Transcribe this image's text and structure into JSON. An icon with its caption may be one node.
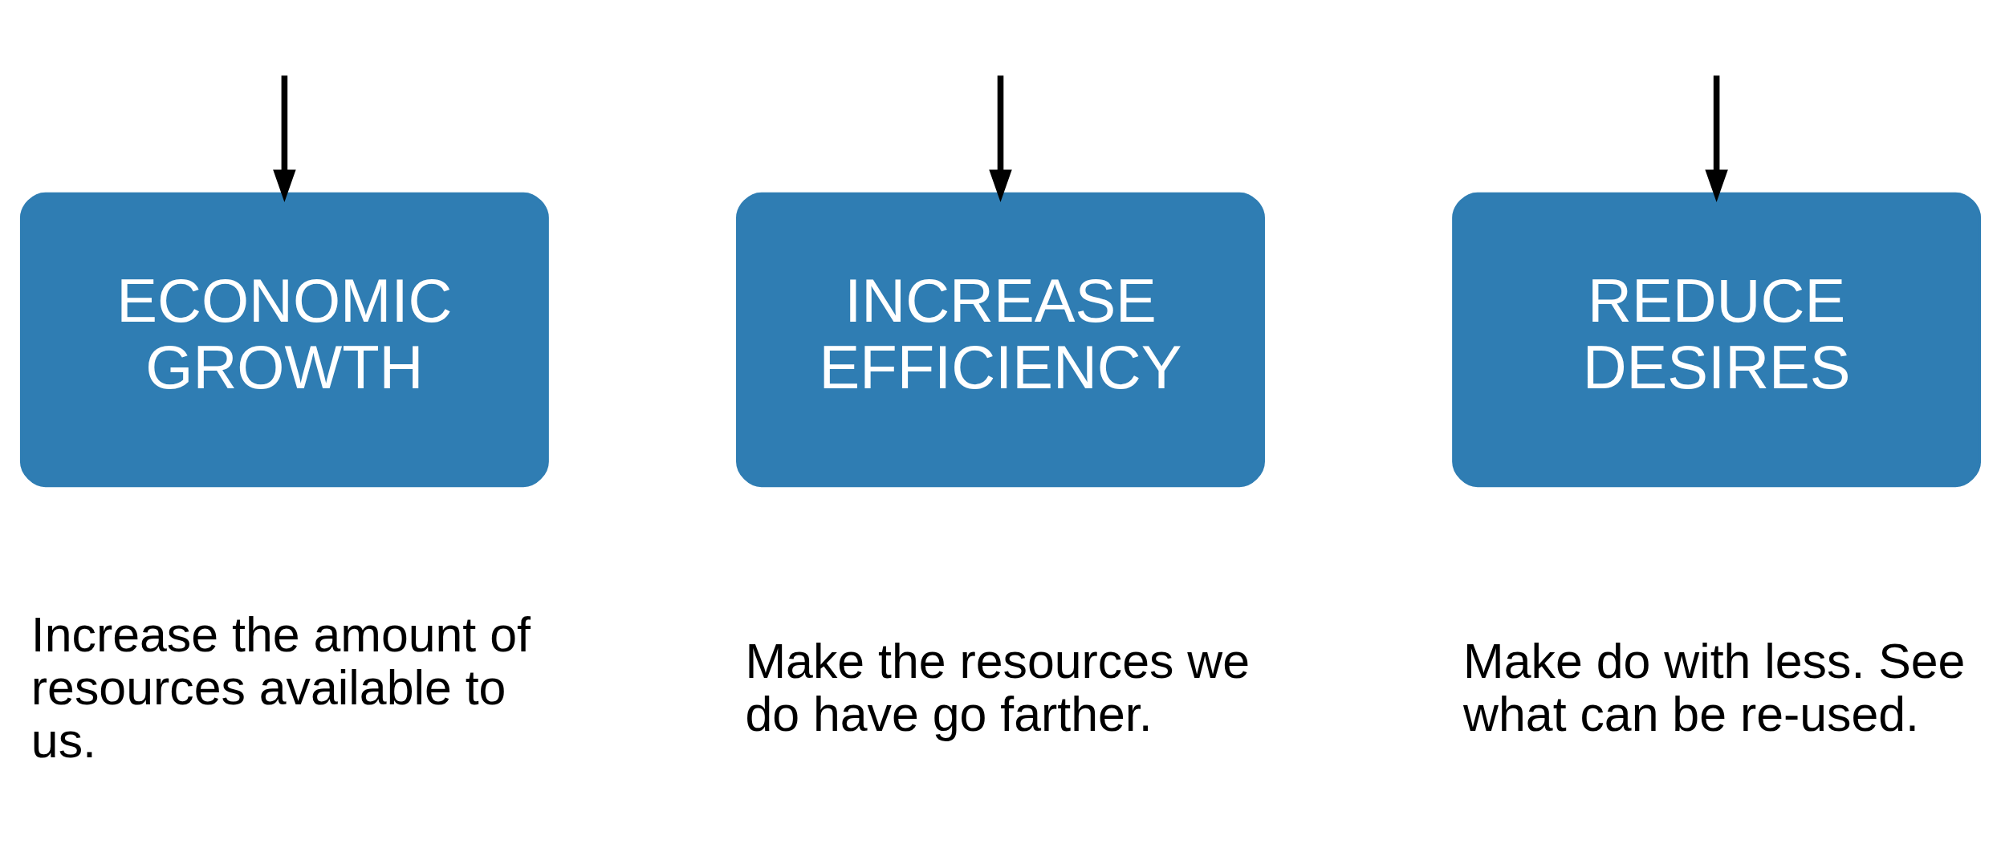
{
  "diagram": {
    "nodes": [
      {
        "text": [
          "ECONOMIC GROWTH"
        ],
        "beside": [
          "Increase the amount of resources available to us."
        ]
      },
      {
        "text": [
          "INCREASE EFFICIENCY"
        ],
        "beside": [
          "Make the resources we do have go farther."
        ]
      },
      {
        "text": [
          "REDUCE DESIRES"
        ],
        "beside": [
          "Make do with less. See what can be re-used."
        ]
      }
    ],
    "edges": [
      {
        "from": null,
        "to": 0,
        "arrow": "to"
      },
      {
        "from": null,
        "to": 1,
        "arrow": "to"
      },
      {
        "from": null,
        "to": 2,
        "arrow": "to"
      }
    ]
  }
}
